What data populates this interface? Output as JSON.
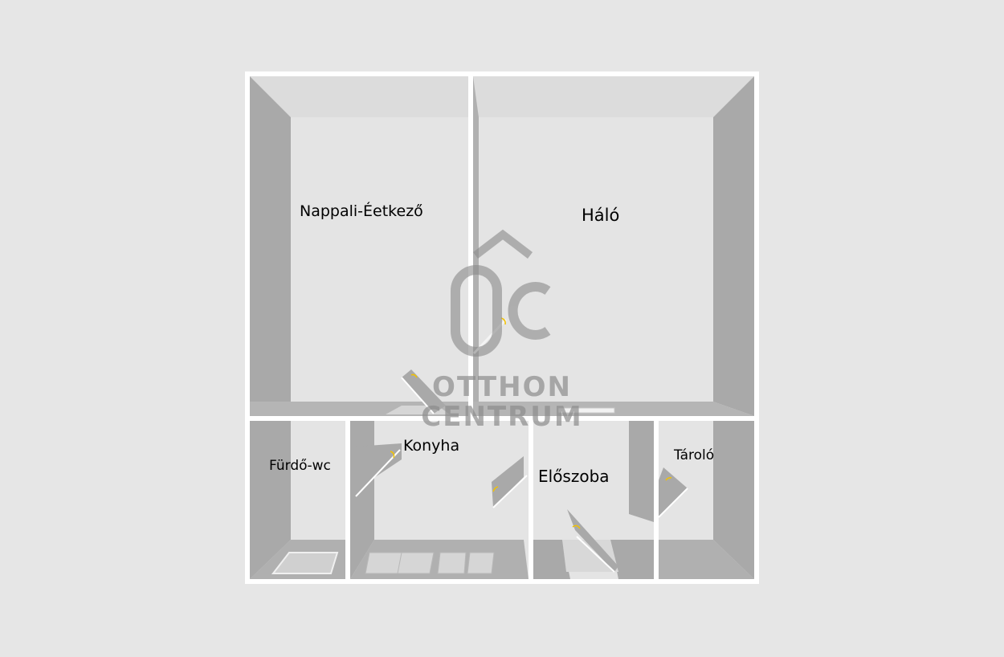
{
  "floorplan": {
    "rooms": [
      {
        "id": "nappali",
        "label": "Nappali-Éetkező"
      },
      {
        "id": "halo",
        "label": "Háló"
      },
      {
        "id": "furdo",
        "label": "Fürdő-wc"
      },
      {
        "id": "konyha",
        "label": "Konyha"
      },
      {
        "id": "eloszoba",
        "label": "Előszoba"
      },
      {
        "id": "tarolo",
        "label": "Tároló"
      }
    ],
    "colors": {
      "background": "#e6e6e6",
      "wall": "#ffffff",
      "floor": "#e4e4e4",
      "side_wall": "#a9a9a9",
      "top_wall": "#dcdcdc",
      "door_handle": "#f2c200"
    }
  },
  "watermark": {
    "monogram": "OC",
    "line1": "OTTHON",
    "line2": "CENTRUM"
  }
}
